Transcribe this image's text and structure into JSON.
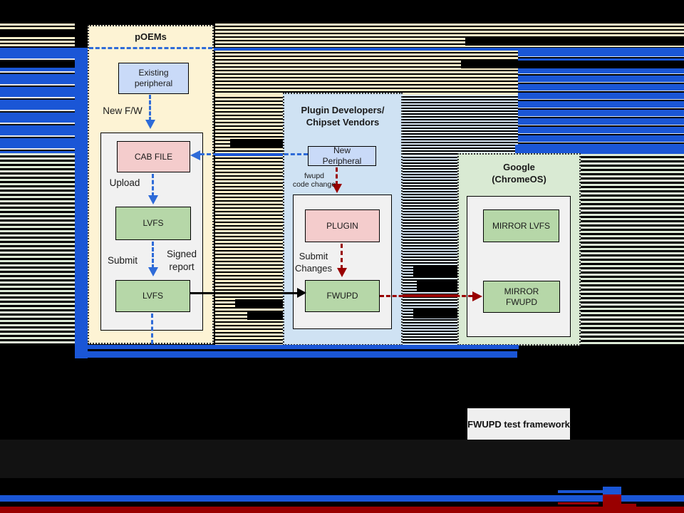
{
  "colors": {
    "accent_blue": "#1a56d6",
    "arrow_blue": "#2e6bd8",
    "arrow_red": "#990000",
    "poems_fill": "#fdf3d4",
    "plugin_fill": "#cfe2f3",
    "google_fill": "#d9ead3",
    "node_blue": "#c9daf8",
    "node_pink": "#f4cccc",
    "node_green": "#b6d7a8",
    "inner_gray": "#f1f1f1"
  },
  "poems": {
    "title": "pOEMs",
    "existing_peripheral": "Existing peripheral",
    "new_fw_label": "New F/W",
    "cab_file": "CAB FILE",
    "upload_label": "Upload",
    "lvfs_top": "LVFS",
    "submit_label": "Submit",
    "signed_report_label": "Signed report",
    "lvfs_bottom": "LVFS"
  },
  "plugin_developers": {
    "title_line1": "Plugin Developers/",
    "title_line2": "Chipset Vendors",
    "new_peripheral": "New Peripheral",
    "code_change_line1": "fwupd",
    "code_change_line2": "code change",
    "plugin": "PLUGIN",
    "submit_changes_line1": "Submit",
    "submit_changes_line2": "Changes",
    "fwupd": "FWUPD"
  },
  "google": {
    "title_line1": "Google",
    "title_line2": "(ChromeOS)",
    "mirror_lvfs": "MIRROR LVFS",
    "mirror_fwupd": "MIRROR FWUPD"
  },
  "footer": {
    "test_framework": "FWUPD test framework"
  }
}
